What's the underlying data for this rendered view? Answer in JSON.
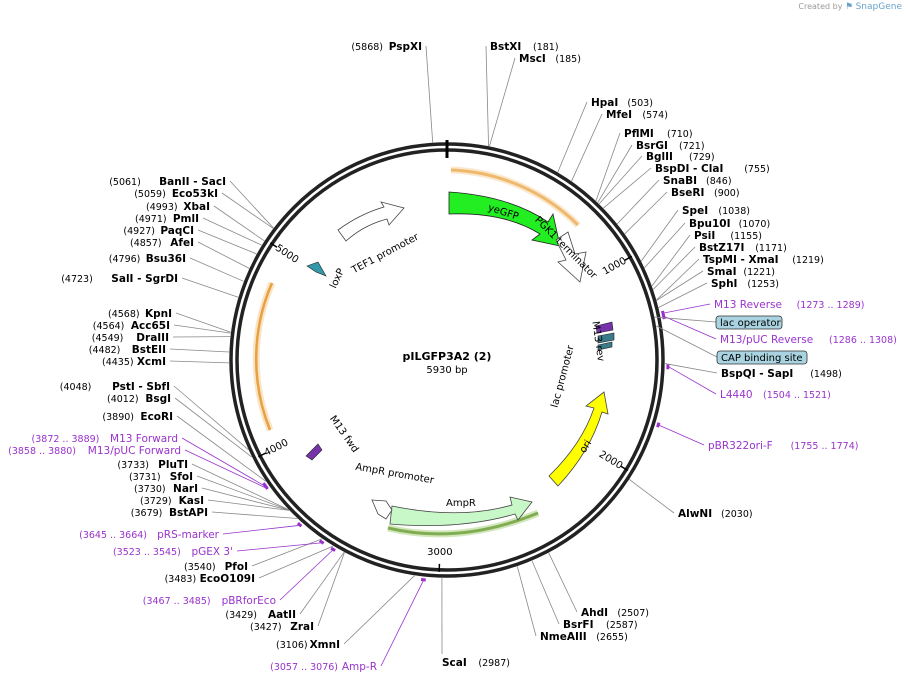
{
  "credit": {
    "prefix": "Created by",
    "brand": "SnapGene"
  },
  "plasmid": {
    "name": "pILGFP3A2 (2)",
    "size_label": "5930 bp",
    "length": 5930
  },
  "ticks": [
    {
      "pos": 1000,
      "label": "1000"
    },
    {
      "pos": 2000,
      "label": "2000"
    },
    {
      "pos": 3000,
      "label": "3000"
    },
    {
      "pos": 4000,
      "label": "4000"
    },
    {
      "pos": 5000,
      "label": "5000"
    }
  ],
  "enzymes": [
    {
      "name": "PspXI",
      "pos": "(5868)",
      "site": 5868,
      "side": "L",
      "row": 0
    },
    {
      "name": "BstXI",
      "pos": "(181)",
      "site": 181,
      "side": "R",
      "row": 0
    },
    {
      "name": "MscI",
      "pos": "(185)",
      "site": 185,
      "side": "R",
      "row": 1
    },
    {
      "name": "HpaI",
      "pos": "(503)",
      "site": 503,
      "side": "R",
      "row": 2
    },
    {
      "name": "MfeI",
      "pos": "(574)",
      "site": 574,
      "side": "R",
      "row": 3
    },
    {
      "name": "PflMI",
      "pos": "(710)",
      "site": 710,
      "side": "R",
      "row": 4
    },
    {
      "name": "BsrGI",
      "pos": "(721)",
      "site": 721,
      "side": "R",
      "row": 5
    },
    {
      "name": "BglII",
      "pos": "(729)",
      "site": 729,
      "side": "R",
      "row": 6
    },
    {
      "name": "BspDI - ClaI",
      "pos": "(755)",
      "site": 755,
      "side": "R",
      "row": 7
    },
    {
      "name": "SnaBI",
      "pos": "(846)",
      "site": 846,
      "side": "R",
      "row": 8
    },
    {
      "name": "BseRI",
      "pos": "(900)",
      "site": 900,
      "side": "R",
      "row": 9
    },
    {
      "name": "SpeI",
      "pos": "(1038)",
      "site": 1038,
      "side": "R",
      "row": 10
    },
    {
      "name": "Bpu10I",
      "pos": "(1070)",
      "site": 1070,
      "side": "R",
      "row": 11
    },
    {
      "name": "PsiI",
      "pos": "(1155)",
      "site": 1155,
      "side": "R",
      "row": 12
    },
    {
      "name": "BstZ17I",
      "pos": "(1171)",
      "site": 1171,
      "side": "R",
      "row": 13
    },
    {
      "name": "TspMI - XmaI",
      "pos": "(1219)",
      "site": 1219,
      "side": "R",
      "row": 14
    },
    {
      "name": "SmaI",
      "pos": "(1221)",
      "site": 1221,
      "side": "R",
      "row": 15
    },
    {
      "name": "SphI",
      "pos": "(1253)",
      "site": 1253,
      "side": "R",
      "row": 16
    },
    {
      "name": "BspQI - SapI",
      "pos": "(1498)",
      "site": 1498,
      "side": "R",
      "row": 17
    },
    {
      "name": "AlwNI",
      "pos": "(2030)",
      "site": 2030,
      "side": "R",
      "row": 18
    },
    {
      "name": "AhdI",
      "pos": "(2507)",
      "site": 2507,
      "side": "R",
      "row": 19
    },
    {
      "name": "BsrFI",
      "pos": "(2587)",
      "site": 2587,
      "side": "R",
      "row": 20
    },
    {
      "name": "NmeAIII",
      "pos": "(2655)",
      "site": 2655,
      "side": "R",
      "row": 21
    },
    {
      "name": "ScaI",
      "pos": "(2987)",
      "site": 2987,
      "side": "R",
      "row": 22
    },
    {
      "name": "BanII - SacI",
      "pos": "(5061)",
      "site": 5061,
      "side": "L",
      "row": 1
    },
    {
      "name": "Eco53kI",
      "pos": "(5059)",
      "site": 5059,
      "side": "L",
      "row": 2
    },
    {
      "name": "XbaI",
      "pos": "(4993)",
      "site": 4993,
      "side": "L",
      "row": 3
    },
    {
      "name": "PmlI",
      "pos": "(4971)",
      "site": 4971,
      "side": "L",
      "row": 4
    },
    {
      "name": "PaqCI",
      "pos": "(4927)",
      "site": 4927,
      "side": "L",
      "row": 5
    },
    {
      "name": "AfeI",
      "pos": "(4857)",
      "site": 4857,
      "side": "L",
      "row": 6
    },
    {
      "name": "Bsu36I",
      "pos": "(4796)",
      "site": 4796,
      "side": "L",
      "row": 7
    },
    {
      "name": "SalI - SgrDI",
      "pos": "(4723)",
      "site": 4723,
      "side": "L",
      "row": 8
    },
    {
      "name": "KpnI",
      "pos": "(4568)",
      "site": 4568,
      "side": "L",
      "row": 9
    },
    {
      "name": "Acc65I",
      "pos": "(4564)",
      "site": 4564,
      "side": "L",
      "row": 10
    },
    {
      "name": "DraIII",
      "pos": "(4549)",
      "site": 4549,
      "side": "L",
      "row": 11
    },
    {
      "name": "BstEII",
      "pos": "(4482)",
      "site": 4482,
      "side": "L",
      "row": 12
    },
    {
      "name": "XcmI",
      "pos": "(4435)",
      "site": 4435,
      "side": "L",
      "row": 13
    },
    {
      "name": "PstI - SbfI",
      "pos": "(4048)",
      "site": 4048,
      "side": "L",
      "row": 14
    },
    {
      "name": "BsgI",
      "pos": "(4012)",
      "site": 4012,
      "side": "L",
      "row": 15
    },
    {
      "name": "EcoRI",
      "pos": "(3890)",
      "site": 3890,
      "side": "L",
      "row": 16
    },
    {
      "name": "PluTI",
      "pos": "(3733)",
      "site": 3733,
      "side": "L",
      "row": 17
    },
    {
      "name": "SfoI",
      "pos": "(3731)",
      "site": 3731,
      "side": "L",
      "row": 18
    },
    {
      "name": "NarI",
      "pos": "(3730)",
      "site": 3730,
      "side": "L",
      "row": 19
    },
    {
      "name": "KasI",
      "pos": "(3729)",
      "site": 3729,
      "side": "L",
      "row": 20
    },
    {
      "name": "BstAPI",
      "pos": "(3679)",
      "site": 3679,
      "side": "L",
      "row": 21
    },
    {
      "name": "PfoI",
      "pos": "(3540)",
      "site": 3540,
      "side": "L",
      "row": 22
    },
    {
      "name": "EcoO109I",
      "pos": "(3483)",
      "site": 3483,
      "side": "L",
      "row": 23
    },
    {
      "name": "AatII",
      "pos": "(3429)",
      "site": 3429,
      "side": "L",
      "row": 24
    },
    {
      "name": "ZraI",
      "pos": "(3427)",
      "site": 3427,
      "side": "L",
      "row": 25
    },
    {
      "name": "XmnI",
      "pos": "(3106)",
      "site": 3106,
      "side": "L",
      "row": 26
    }
  ],
  "primers": [
    {
      "name": "M13 Reverse",
      "range": "(1273 .. 1289)",
      "site": 1281,
      "side": "R"
    },
    {
      "name": "M13/pUC Reverse",
      "range": "(1286 .. 1308)",
      "site": 1297,
      "side": "R"
    },
    {
      "name": "L4440",
      "range": "(1504 .. 1521)",
      "site": 1512,
      "side": "R"
    },
    {
      "name": "pBR322ori-F",
      "range": "(1755 .. 1774)",
      "site": 1764,
      "side": "R"
    },
    {
      "name": "M13 Forward",
      "range": "(3872 .. 3889)",
      "site": 3880,
      "side": "L"
    },
    {
      "name": "M13/pUC Forward",
      "range": "(3858 .. 3880)",
      "site": 3869,
      "side": "L"
    },
    {
      "name": "pRS-marker",
      "range": "(3645 .. 3664)",
      "site": 3654,
      "side": "L"
    },
    {
      "name": "pGEX 3'",
      "range": "(3523 .. 3545)",
      "site": 3534,
      "side": "L"
    },
    {
      "name": "pBRforEco",
      "range": "(3467 .. 3485)",
      "site": 3476,
      "side": "L"
    },
    {
      "name": "Amp-R",
      "range": "(3057 .. 3076)",
      "site": 3066,
      "side": "L"
    }
  ],
  "boxed_features": [
    {
      "name": "lac operator",
      "site": 1290
    },
    {
      "name": "CAP binding site",
      "site": 1330
    }
  ],
  "features": [
    {
      "name": "yeGFP",
      "color": "#22ee22"
    },
    {
      "name": "PGK1 terminator",
      "color": "#ffffff"
    },
    {
      "name": "TEF1 promoter",
      "color": "#ffffff"
    },
    {
      "name": "loxP",
      "color": "#3399aa"
    },
    {
      "name": "M13 rev",
      "color": "#7733aa"
    },
    {
      "name": "lac promoter",
      "color": "#ffffff"
    },
    {
      "name": "ori",
      "color": "#ffff00"
    },
    {
      "name": "AmpR",
      "color": "#c8f8c8"
    },
    {
      "name": "AmpR promoter",
      "color": "#ffffff"
    },
    {
      "name": "M13 fwd",
      "color": "#7733aa"
    }
  ],
  "colors": {
    "enzyme_text": "#000000",
    "primer_text": "#9933cc",
    "orf": "#e8a040",
    "backbone": "#000000"
  }
}
